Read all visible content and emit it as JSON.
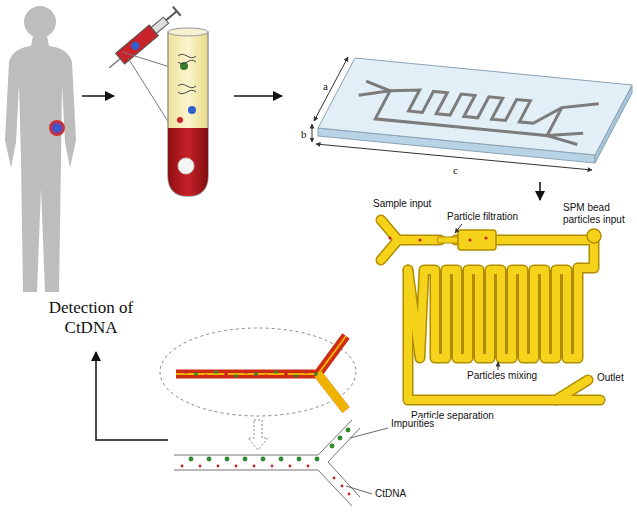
{
  "diagram": {
    "labels": [
      "a",
      "b",
      "c",
      "Sample input",
      "Particle filtration",
      "SPM bead particles input",
      "Particles mixing",
      "Outlet",
      "Particle separation",
      "Impurities",
      "CtDNA",
      "Detection of CtDNA"
    ]
  }
}
